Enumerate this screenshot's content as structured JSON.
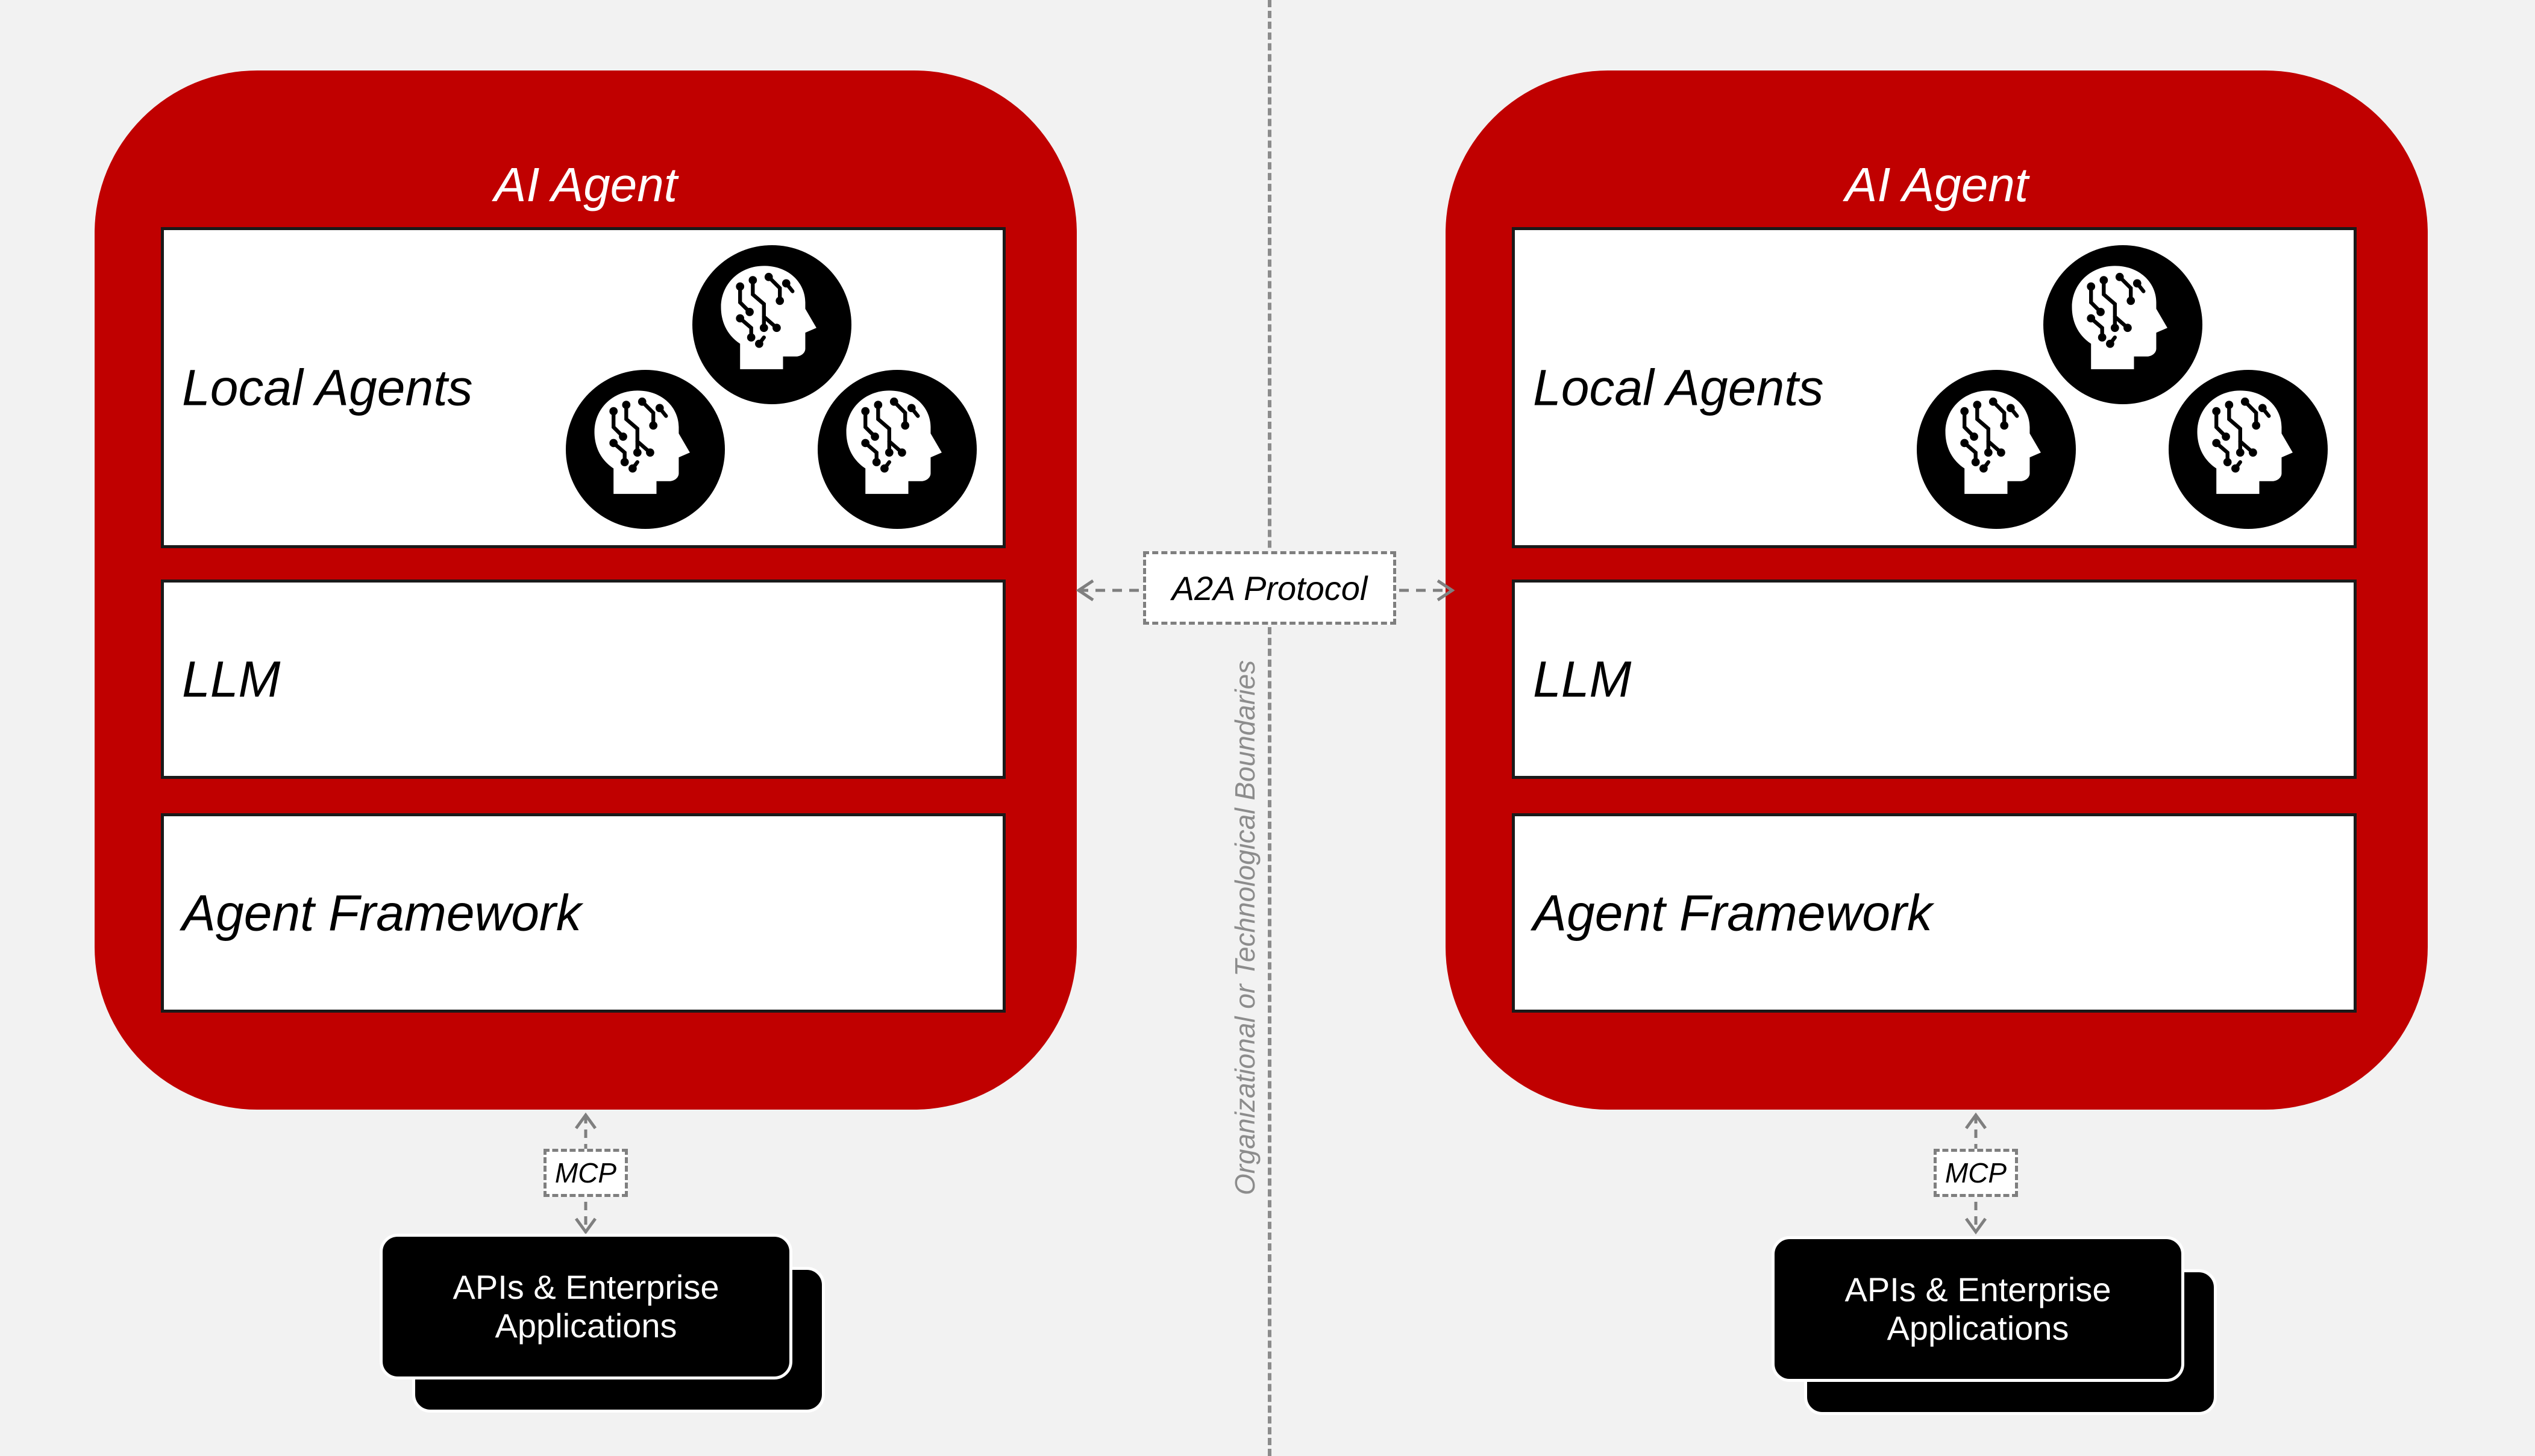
{
  "boundary": {
    "label": "Organizational or Technological Boundaries"
  },
  "protocols": {
    "a2a": "A2A Protocol",
    "mcp": "MCP"
  },
  "agents": [
    {
      "title": "AI Agent",
      "layers": {
        "local": "Local Agents",
        "llm": "LLM",
        "framework": "Agent Framework"
      },
      "apps": {
        "line1": "APIs & Enterprise",
        "line2": "Applications"
      }
    },
    {
      "title": "AI Agent",
      "layers": {
        "local": "Local Agents",
        "llm": "LLM",
        "framework": "Agent Framework"
      },
      "apps": {
        "line1": "APIs & Enterprise",
        "line2": "Applications"
      }
    }
  ],
  "colors": {
    "agent_fill": "#c00000",
    "background": "#f2f2f2",
    "dashed": "#7f7f7f"
  },
  "icons": {
    "local_agent": "brain-head-icon"
  }
}
